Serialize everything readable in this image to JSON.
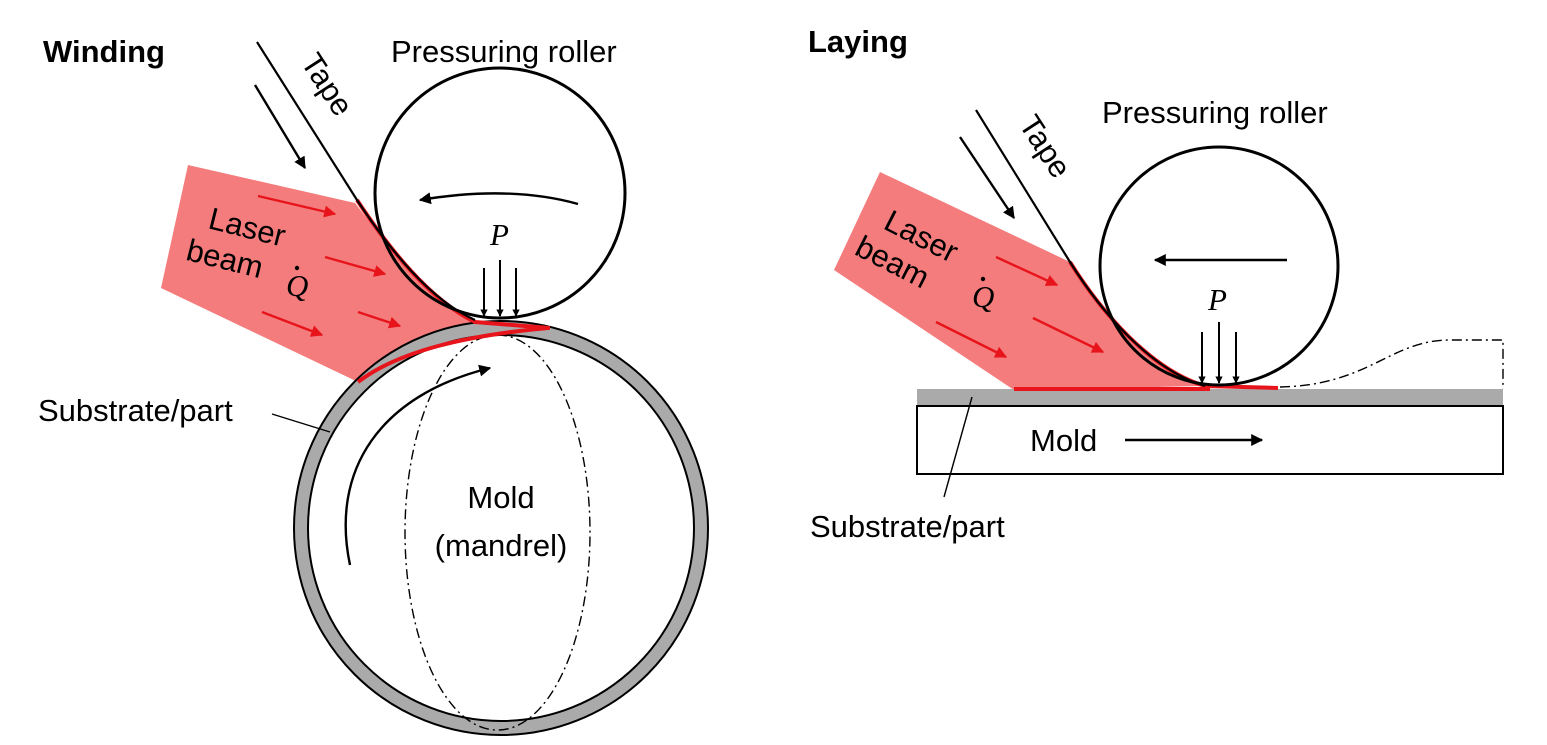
{
  "colors": {
    "laser": "#f47c7c",
    "laser_arrow": "#e8141b",
    "substrate": "#aaaaaa",
    "ink": "#000000"
  },
  "winding": {
    "heading": "Winding",
    "tape": "Tape",
    "roller": "Pressuring roller",
    "laser_line1": "Laser",
    "laser_line2": "beam",
    "heat_symbol": "Q",
    "pressure_symbol": "P",
    "substrate": "Substrate/part",
    "mold_line1": "Mold",
    "mold_line2": "(mandrel)"
  },
  "laying": {
    "heading": "Laying",
    "tape": "Tape",
    "roller": "Pressuring roller",
    "laser_line1": "Laser",
    "laser_line2": "beam",
    "heat_symbol": "Q",
    "pressure_symbol": "P",
    "mold": "Mold",
    "substrate": "Substrate/part"
  }
}
